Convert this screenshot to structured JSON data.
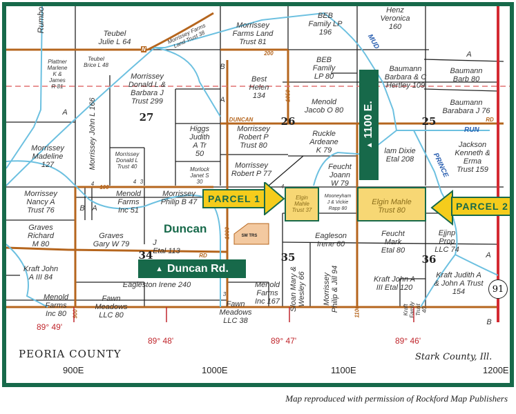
{
  "parcels": [
    "Teubel\nJulie L 64",
    "Morrissey Farms\nLand Trust 38",
    "Morrissey\nFarms Land\nTrust 81",
    "BEB\nFamily LP\n196",
    "Henz\nVeronica\n160",
    "Plattner\nMarlene\nK &\nJames\nR 81",
    "Teubel\nBrice L 48",
    "Morrissey\nDonald L &\nBarbara J\nTrust 299",
    "Best\nHelen\n134",
    "BEB\nFamily\nLP 80",
    "Baumann\nBarbara & C\nHertley 109",
    "Baumann\nBarb 80",
    "Menold\nJacob O 80",
    "Baumann\nBarabara J 76",
    "Morrissey\nMadeline\n127",
    "Morrissey John L 166",
    "Morrissey\nDonald L\nTrust 40",
    "Higgs\nJudith\nA Tr\n50",
    "Morlock\nJanet S\n30",
    "Morrissey\nRobert P\nTrust 80",
    "Morrissey\nRobert P 77",
    "Ruckle\nArdeane\nK 79",
    "Feucht\nJoann\nW 79",
    "lam Dixie\nEtal 208",
    "Jackson\nKenneth &\nErma\nTrust 159",
    "Morrissey\nNancy A\nTrust 76",
    "Menold\nFarms\nInc 51",
    "Morrissey\nPhilip B 47",
    "Elgin\nMahle\nTrust 37",
    "Mooneyham\nJ & Vickie\nRapp 80",
    "Elgin Mahle\nTrust 80",
    "Graves\nRichard\nM 80",
    "Graves\nGary W 79",
    "J\nEtal 113",
    "Eagleson\nIrene 60",
    "Feucht\nMark\nEtal 80",
    "Ejjnp\nProp\nLLC 74",
    "Kraft John\nA III 84",
    "Eagleston Irene 240",
    "Menold\nFarms\nInc 167",
    "Sloan Mary &\nWesley 66",
    "Morrissey\nPhilip & Jill 94",
    "Kraft John A\nIII Etal 120",
    "Kraft Judith A\n& John A Trust\n154",
    "Menold\nFarms\nInc 80",
    "Fawn\nMeadows\nLLC 80",
    "Fawn\nMeadows\nLLC 38",
    "Kraft\nFamily\nTrust\n40"
  ],
  "sections": [
    "27",
    "26",
    "25",
    "34",
    "35",
    "36"
  ],
  "small_letters": [
    "A",
    "B",
    "A",
    "B",
    "A",
    "A",
    "A",
    "B",
    "4",
    "3",
    "4",
    "3",
    "4"
  ],
  "roads": {
    "duncan": "DUNCAN",
    "rd_east": "RD",
    "rd_west": "RD",
    "n200": "200",
    "n100": "100",
    "e1050": "1050",
    "e1000": "1000",
    "e1100": "1100",
    "e900": "900",
    "n_mark": "N",
    "sm_trs": "SM TRS"
  },
  "rivers": {
    "mud": "MUD",
    "run": "RUN",
    "prince": "PRINCE",
    "rumbo": "Rumbo"
  },
  "route": "91",
  "callouts": {
    "parcel1": "PARCEL 1",
    "parcel2": "PARCEL 2",
    "e1100": "1100 E.",
    "duncan_town": "Duncan",
    "duncan_rd": "Duncan Rd.",
    "triangle": "▲"
  },
  "latitudes": [
    "89° 49'",
    "89° 48'",
    "89° 47'",
    "89° 46'"
  ],
  "footer": {
    "county_left": "PEORIA  COUNTY",
    "county_right": "Stark County, Ill.",
    "grid": [
      "900E",
      "1000E",
      "1100E",
      "1200E"
    ]
  },
  "caption": "Map reproduced with permission of Rockford Map Publishers",
  "colors": {
    "frame": "#17694a",
    "road": "#b5651d",
    "river": "#6cc0e0",
    "boundary": "#d42a32",
    "highlight": "#f7d774"
  }
}
